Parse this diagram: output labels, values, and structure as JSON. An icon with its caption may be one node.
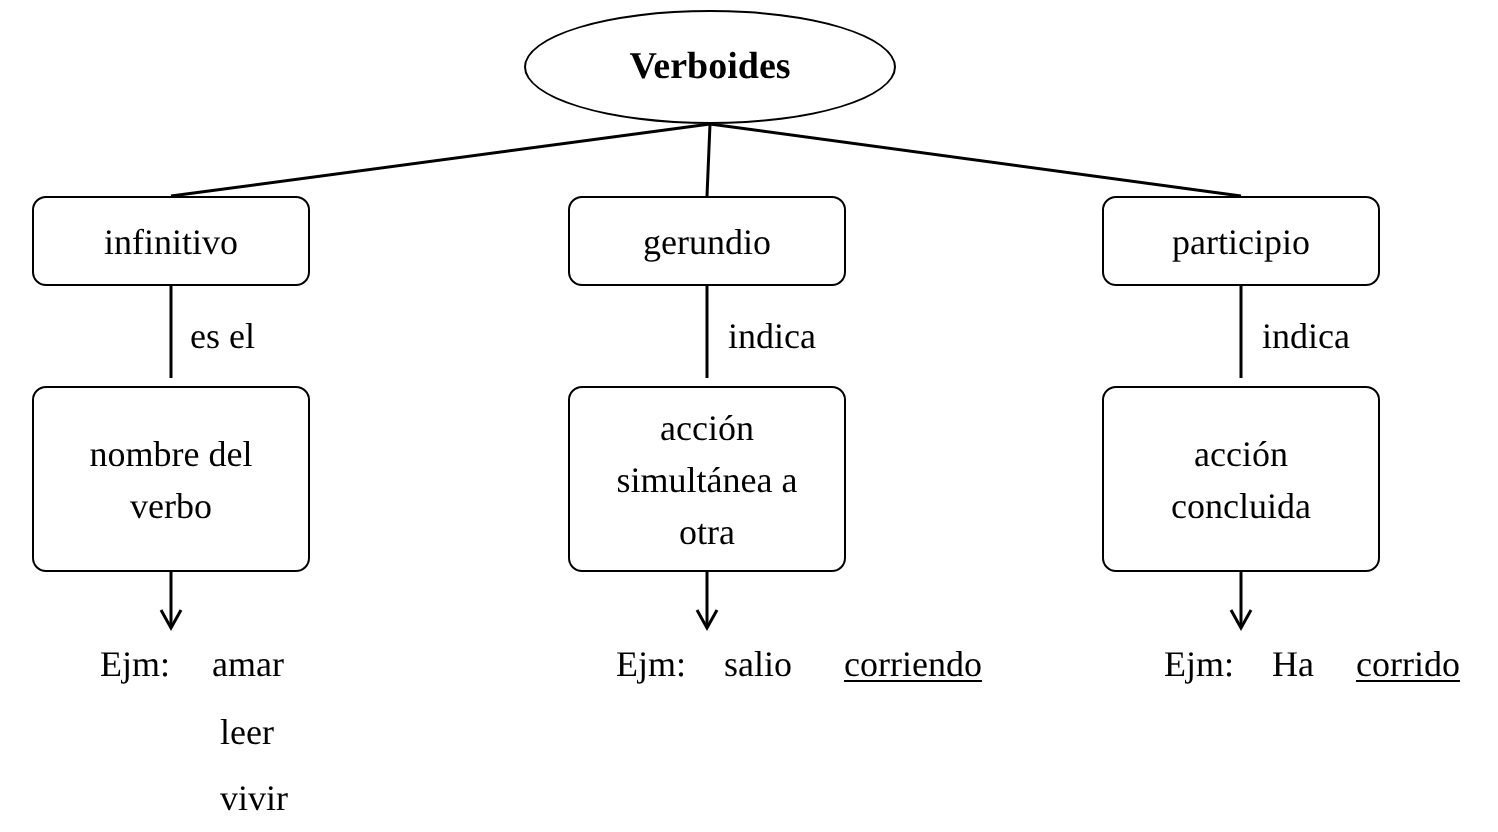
{
  "diagram": {
    "nodes": [
      {
        "text": [
          "Verboides"
        ]
      },
      {
        "text": [
          "infinitivo"
        ]
      },
      {
        "text": [
          "gerundio"
        ]
      },
      {
        "text": [
          "participio"
        ]
      },
      {
        "text": [
          "nombre del verbo"
        ]
      },
      {
        "text": [
          "acción simultánea a otra"
        ]
      },
      {
        "text": [
          "acción concluida"
        ]
      },
      {
        "text": [
          "Ejm:",
          "amar",
          "leer",
          "vivir"
        ]
      },
      {
        "text": [
          "Ejm:",
          "salio",
          "corriendo"
        ]
      },
      {
        "text": [
          "Ejm:",
          "Ha",
          "corrido"
        ]
      }
    ],
    "edges": [
      {
        "from": 0,
        "to": 1,
        "arrow": "none"
      },
      {
        "from": 0,
        "to": 2,
        "arrow": "none"
      },
      {
        "from": 0,
        "to": 3,
        "arrow": "none"
      },
      {
        "from": 1,
        "to": 4,
        "arrow": "none",
        "label": "es el"
      },
      {
        "from": 2,
        "to": 5,
        "arrow": "none",
        "label": "indica"
      },
      {
        "from": 3,
        "to": 6,
        "arrow": "none",
        "label": "indica"
      },
      {
        "from": 4,
        "to": 7,
        "arrow": "to"
      },
      {
        "from": 5,
        "to": 8,
        "arrow": "to"
      },
      {
        "from": 6,
        "to": 9,
        "arrow": "to"
      }
    ]
  }
}
